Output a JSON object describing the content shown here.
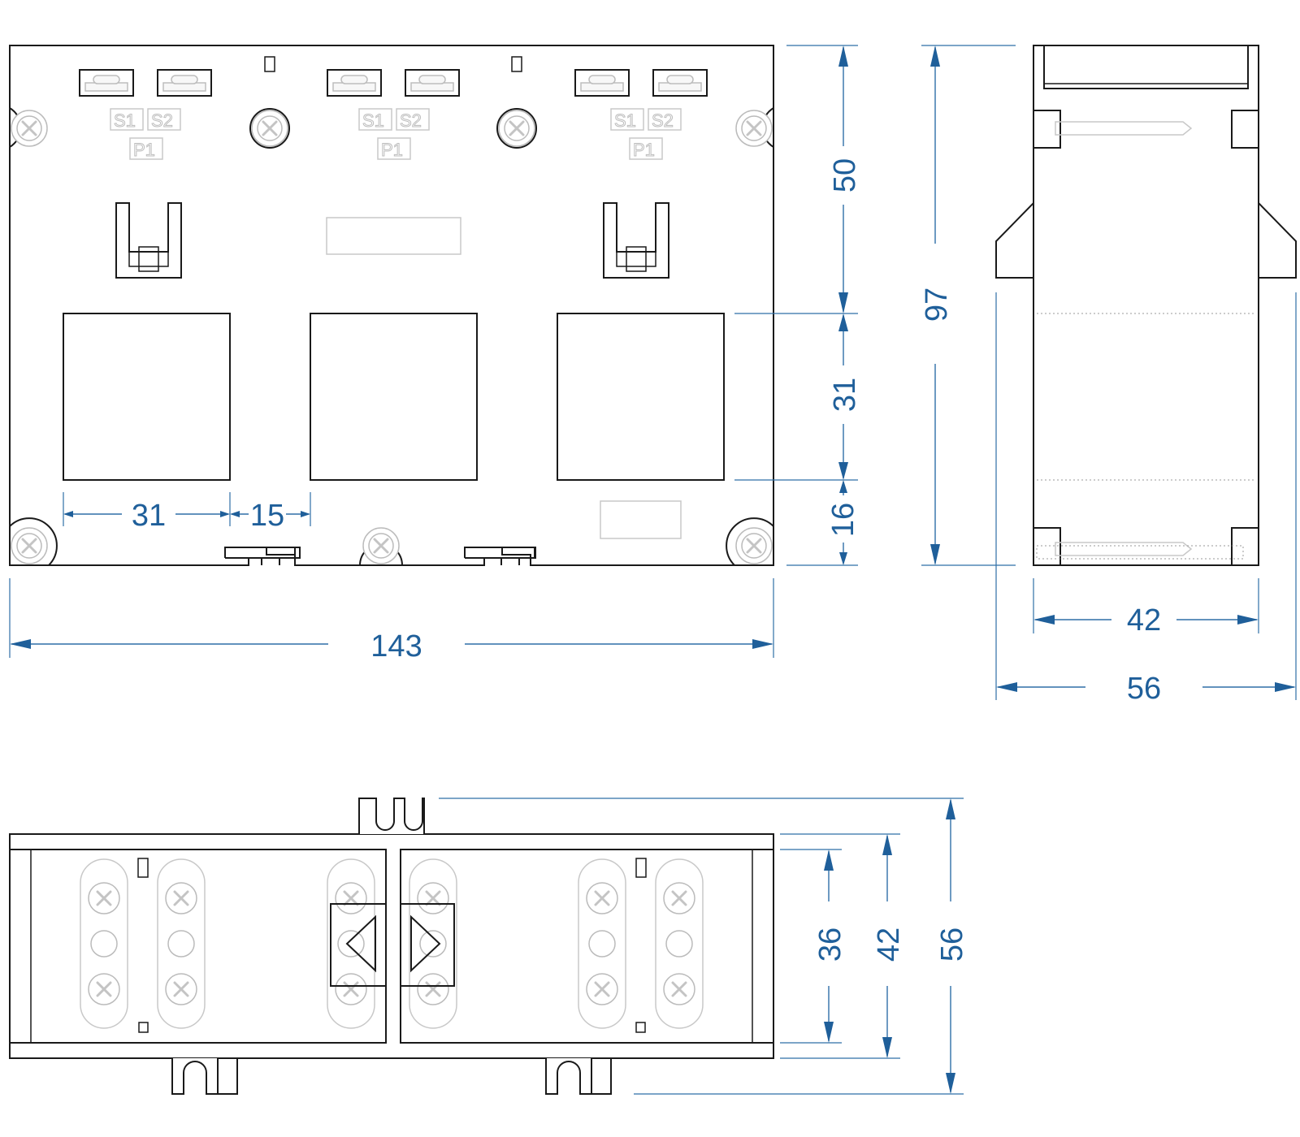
{
  "dimensions": {
    "front_width": "143",
    "front_height_top": "50",
    "window_size": "31",
    "bottom_margin": "16",
    "window_width": "31",
    "window_gap": "15",
    "side_height": "97",
    "side_inner_width": "42",
    "side_outer_width": "56",
    "bottom_inner": "36",
    "bottom_mid": "42",
    "bottom_outer": "56"
  },
  "terminal_labels": {
    "s1": "S1",
    "s2": "S2",
    "p1": "P1"
  },
  "colors": {
    "dimension": "#1f5f9a",
    "outline": "#1a1a1a",
    "ghost": "#c8c8c8"
  }
}
